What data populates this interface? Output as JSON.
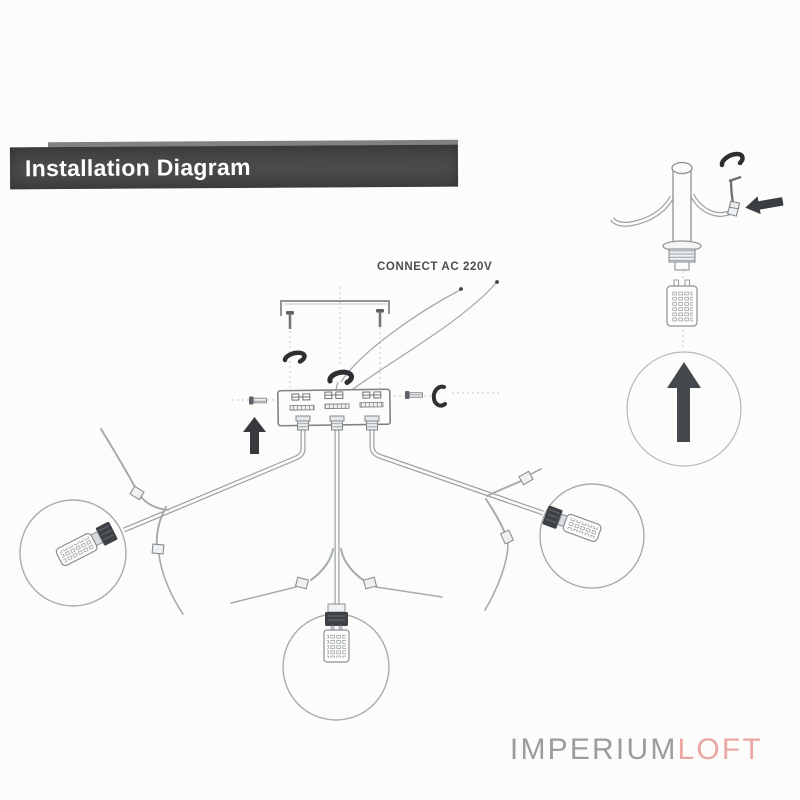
{
  "page": {
    "background_color": "#fcfcfb"
  },
  "header": {
    "title": "Installation Diagram",
    "bar_color": "#464646",
    "text_color": "#ffffff"
  },
  "diagram": {
    "connect_label": "CONNECT AC 220V",
    "line_color": "#9aa0a4",
    "dark_color": "#35383c",
    "parts": [
      "mounting-bracket",
      "bracket-screws",
      "wire-locking-clips",
      "power-wires",
      "canopy-plate",
      "keyhole-slots",
      "canopy-posts",
      "side-screws",
      "c-clip",
      "up-arrow",
      "left-arm",
      "center-arm",
      "right-arm",
      "branch-arms",
      "arm-clamps",
      "glass-globes",
      "lamp-sockets",
      "led-bulbs",
      "ceiling-cup-detail",
      "allen-key",
      "rotation-clip",
      "insert-arrow",
      "detail-circle",
      "detail-up-arrow"
    ]
  },
  "watermark": {
    "imperium": "IMPERIUM",
    "loft": "LOFT",
    "imperium_color": "#9b9c9e",
    "loft_color": "#eba7a4"
  }
}
